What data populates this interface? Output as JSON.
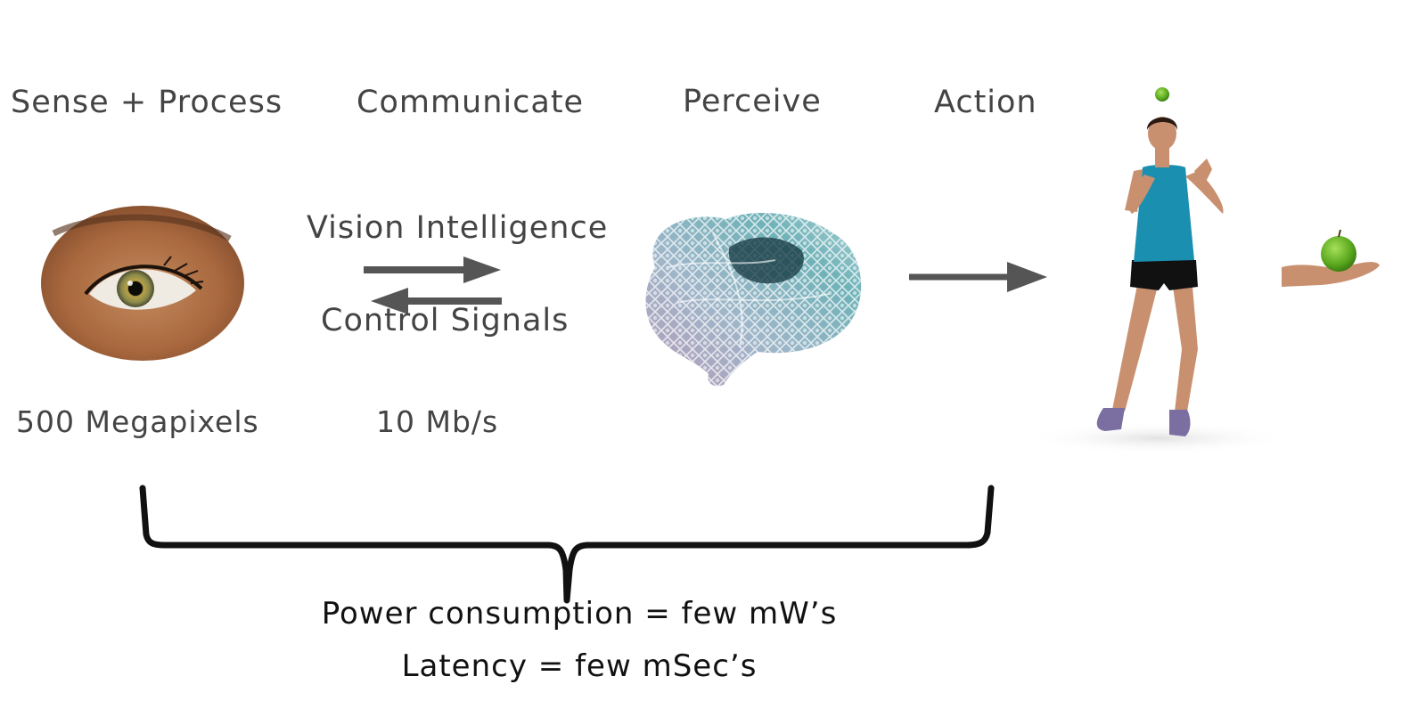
{
  "stages": [
    {
      "id": "sense",
      "label": "Sense + Process",
      "metric": "500 Megapixels",
      "icon": "eye-icon"
    },
    {
      "id": "communicate",
      "label": "Communicate",
      "metric": "10 Mb/s"
    },
    {
      "id": "perceive",
      "label": "Perceive",
      "icon": "brain-icon"
    },
    {
      "id": "action",
      "label": "Action",
      "icon": "juggler-illustration"
    }
  ],
  "links": {
    "forward_label": "Vision Intelligence",
    "backward_label": "Control Signals"
  },
  "summary": {
    "power": "Power consumption = few mW’s",
    "latency": "Latency = few mSec’s"
  },
  "colors": {
    "text": "#444444",
    "arrow": "#555555",
    "brace": "#111111",
    "apple": "#6fbf2a",
    "tank_top": "#1a8fb0"
  }
}
